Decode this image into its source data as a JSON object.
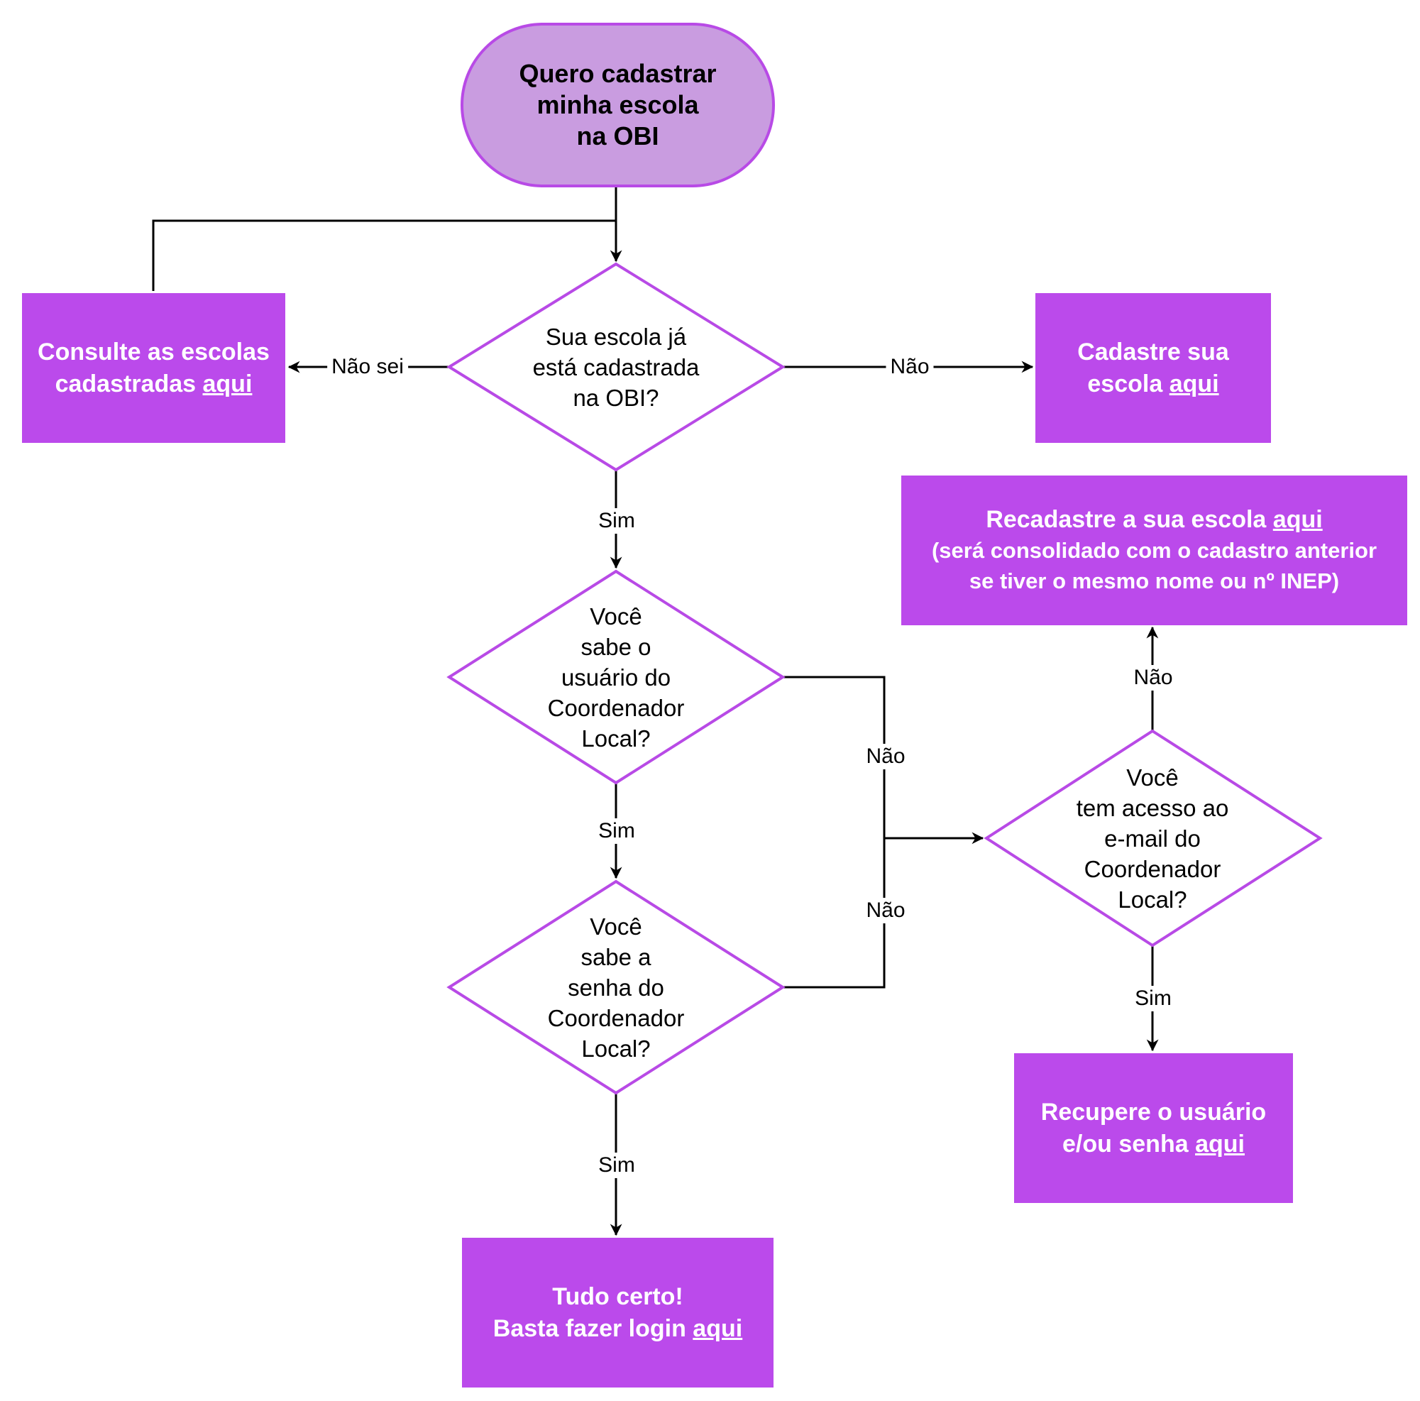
{
  "colors": {
    "terminal_fill": "#c99ce0",
    "terminal_stroke": "#b84ae6",
    "box_fill": "#bb4aeb",
    "diamond_stroke": "#b84ae6",
    "connector": "#000000"
  },
  "start": {
    "lines": [
      "Quero cadastrar",
      "minha escola",
      "na OBI"
    ]
  },
  "decisions": {
    "registered": {
      "lines": [
        "Sua escola já",
        "está cadastrada",
        "na OBI?"
      ]
    },
    "knows_user": {
      "lines": [
        "Você",
        "sabe o",
        "usuário do",
        "Coordenador",
        "Local?"
      ]
    },
    "knows_password": {
      "lines": [
        "Você",
        "sabe a",
        "senha do",
        "Coordenador",
        "Local?"
      ]
    },
    "email_access": {
      "lines": [
        "Você",
        "tem acesso ao",
        "e-mail do",
        "Coordenador",
        "Local?"
      ]
    }
  },
  "actions": {
    "consult": {
      "line1": "Consulte as escolas",
      "line2_prefix": "cadastradas ",
      "link": "aqui"
    },
    "register": {
      "line1": "Cadastre sua",
      "line2_prefix": "escola ",
      "link": "aqui"
    },
    "reregister": {
      "line1_prefix": "Recadastre a sua escola ",
      "link": "aqui",
      "line2": "(será consolidado com o cadastro anterior",
      "line3": "se tiver o mesmo nome ou nº INEP)"
    },
    "recover": {
      "line1": "Recupere o usuário",
      "line2_prefix": "e/ou senha ",
      "link": "aqui"
    },
    "login": {
      "line1": "Tudo certo!",
      "line2_prefix": "Basta fazer login ",
      "link": "aqui"
    }
  },
  "edge_labels": {
    "nao_sei": "Não sei",
    "nao_register": "Não",
    "sim_1": "Sim",
    "sim_2": "Sim",
    "sim_3": "Sim",
    "nao_user": "Não",
    "nao_password": "Não",
    "nao_email": "Não",
    "sim_email": "Sim"
  }
}
